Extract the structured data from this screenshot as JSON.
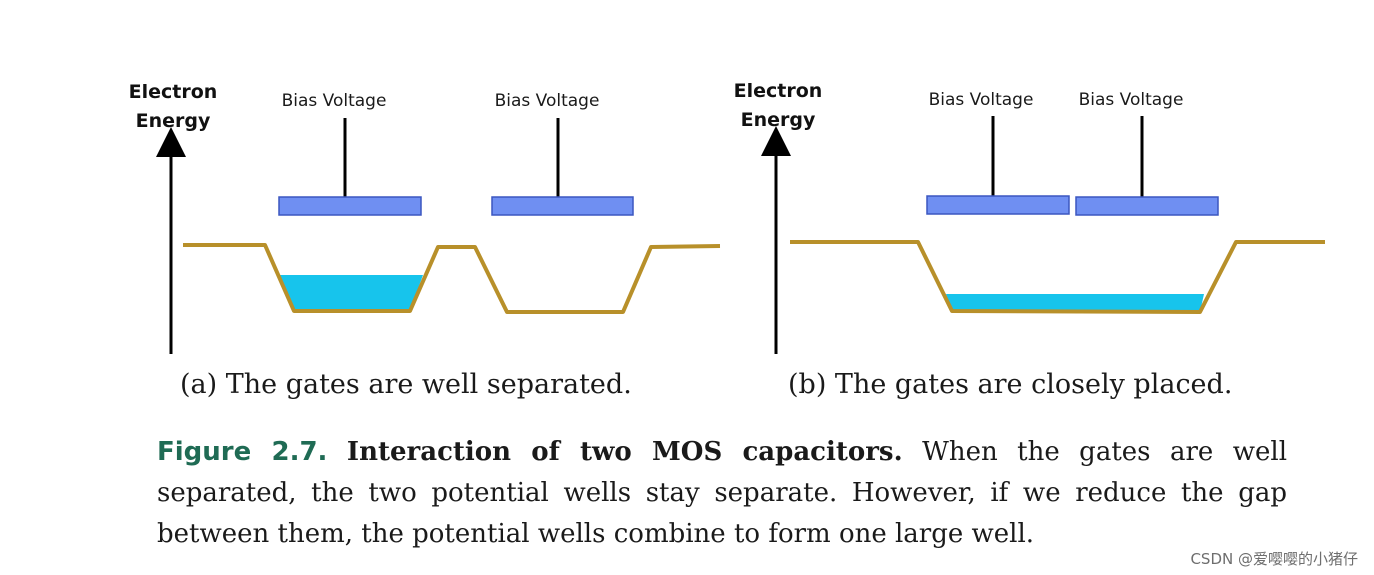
{
  "panel_a": {
    "axis_label_line1": "Electron",
    "axis_label_line2": "Energy",
    "gate_labels": [
      "Bias Voltage",
      "Bias Voltage"
    ],
    "subcaption": "(a) The gates are well separated."
  },
  "panel_b": {
    "axis_label_line1": "Electron",
    "axis_label_line2": "Energy",
    "gate_labels": [
      "Bias Voltage",
      "Bias Voltage"
    ],
    "subcaption": "(b) The gates are closely placed."
  },
  "caption": {
    "figure_number": "Figure 2.7.",
    "title": "Interaction of two MOS capacitors.",
    "body": "When the gates are well separated, the two potential wells stay separate. However, if we reduce the gap between them, the potential wells combine to form one large well."
  },
  "watermark": "CSDN @爱嘤嘤的小猪仔",
  "colors": {
    "gate_fill": "#6f8ff2",
    "gate_stroke": "#3b57c0",
    "band_line": "#b8902a",
    "charge_fill": "#17c4ec",
    "axis": "#000000",
    "figure_number": "#1f6b54"
  }
}
